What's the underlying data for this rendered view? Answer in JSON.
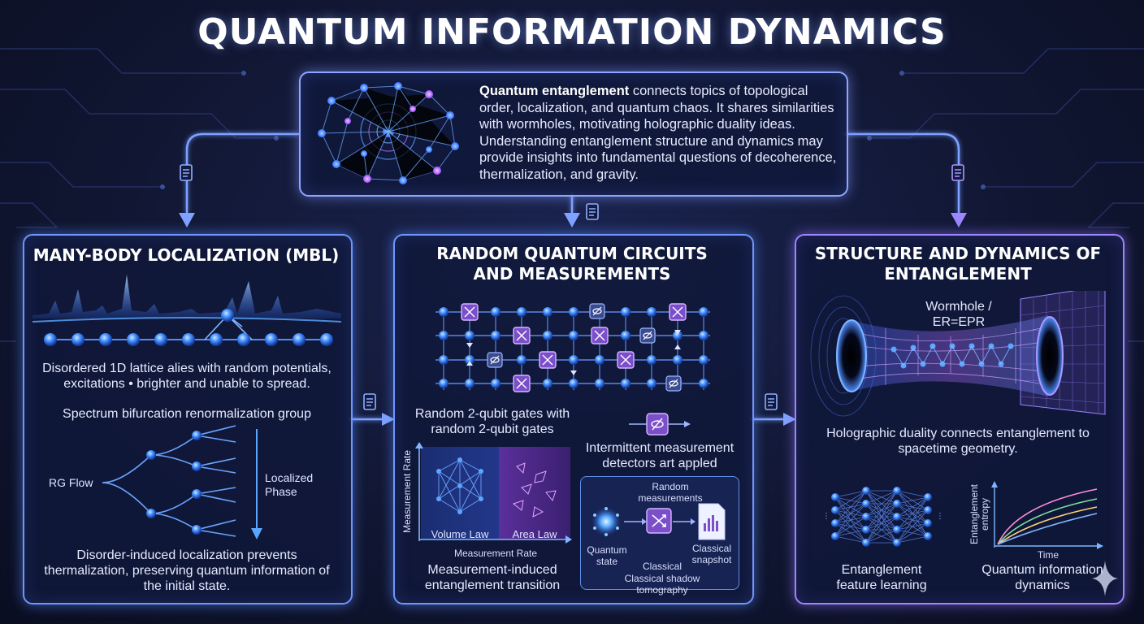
{
  "title": "QUANTUM INFORMATION DYNAMICS",
  "intro": {
    "bold": "Quantum entanglement",
    "text": " connects topics of topological order, localization, and quantum chaos. It shares similarities with wormholes, motivating holographic duality ideas. Understanding entanglement structure and dynamics may provide insights into fundamental questions of decoherence, thermalization, and gravity."
  },
  "mbl": {
    "title": "MANY-BODY LOCALIZATION (MBL)",
    "lattice_text": "Disordered 1D lattice alies with random potentials, excitations • brighter and unable to spread.",
    "rg_heading": "Spectrum bifurcation renormalization group",
    "rg_flow_label": "RG Flow",
    "phase_label": "Localized Phase",
    "bottom_text": "Disorder-induced localization prevents thermalization, preserving quantum information of the initial state."
  },
  "circuits": {
    "title": "RANDOM QUANTUM CIRCUITS AND MEASUREMENTS",
    "gates_text": "Random 2-qubit gates with random 2-qubit gates",
    "measurement_text": "Intermittent measurement detectors art appled",
    "y_axis_label": "Measurement Rate",
    "x_axis_label": "Measurement Rate",
    "volume_label": "Volume Law",
    "area_label": "Area Law",
    "transition_text": "Measurement-induced entanglement transition",
    "random_meas_label": "Random measurements",
    "quantum_state_label": "Quantum state",
    "shadow_label": "Classical shadow tomography",
    "snapshot_label": "Classical snapshot"
  },
  "entanglement": {
    "title": "STRUCTURE AND DYNAMICS OF ENTANGLEMENT",
    "wormhole_label": "Wormhole / ER=EPR",
    "holographic_text": "Holographic duality connects entanglement to spacetime geometry.",
    "feature_learning_label": "Entanglement feature learning",
    "y_axis_label": "Entanglement entropy",
    "x_axis_label": "Time",
    "dynamics_label": "Quantum information dynamics"
  },
  "icons": [
    "document-icon",
    "sparkle-icon",
    "shuffle-icon",
    "measurement-icon",
    "swap-gate-icon"
  ],
  "colors": {
    "background": "#111733",
    "panel_border_blue": "#6f96ff",
    "panel_border_violet": "#9b86ff",
    "node_blue": "#4aa3ff",
    "node_violet": "#b27cff",
    "gate_fill": "#7b4fc9"
  }
}
